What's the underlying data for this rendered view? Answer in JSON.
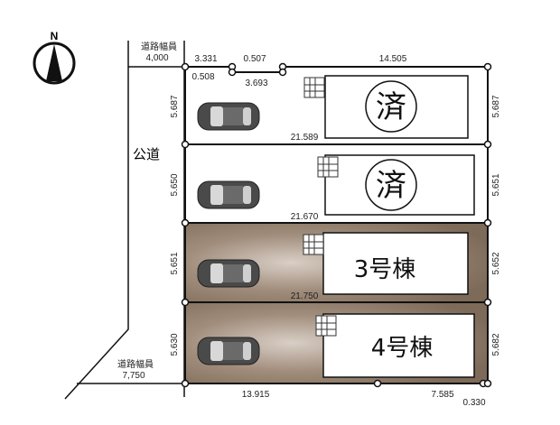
{
  "compass": {
    "label": "N"
  },
  "road_north": {
    "label": "道路幅員",
    "width": "4,000"
  },
  "road_south": {
    "label": "道路幅員",
    "width": "7,750"
  },
  "public_road": "公道",
  "top_dims": {
    "a": "3.331",
    "b": "0.507",
    "c": "14.505",
    "d": "0.508",
    "e": "3.693"
  },
  "bottom_dims": {
    "a": "13.915",
    "b": "7.585",
    "c": "0.330"
  },
  "lots": [
    {
      "status": "済",
      "left": "5.687",
      "right": "5.687",
      "depth": "21.589",
      "sold": true
    },
    {
      "status": "済",
      "left": "5.650",
      "right": "5.651",
      "depth": "21.670",
      "sold": true
    },
    {
      "label": "3号棟",
      "left": "5.651",
      "right": "5.652",
      "depth": "21.750",
      "sold": false
    },
    {
      "label": "4号棟",
      "left": "5.630",
      "right": "5.682",
      "sold": false
    }
  ],
  "colors": {
    "available_lot": "#8a7766",
    "line": "#111111"
  }
}
